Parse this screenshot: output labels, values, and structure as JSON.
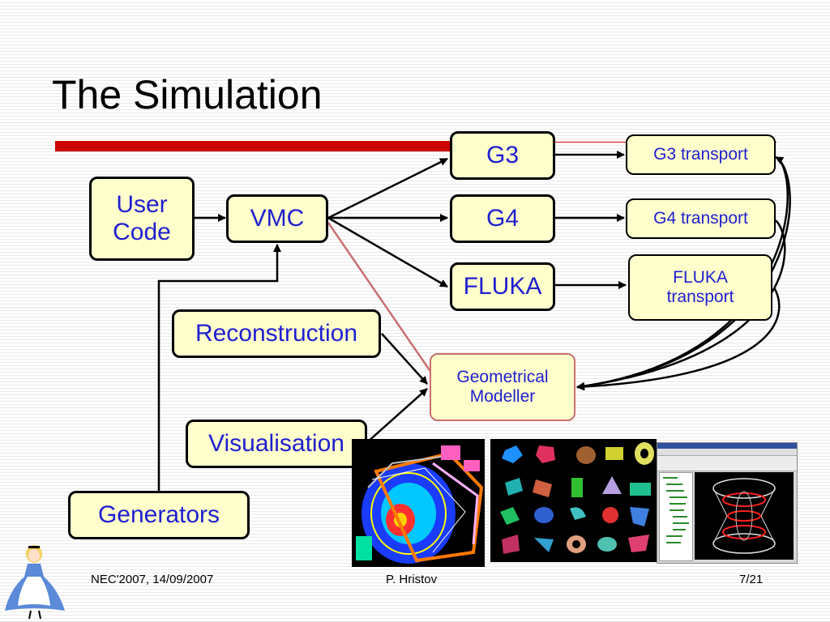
{
  "slide": {
    "title": "The Simulation"
  },
  "boxes": {
    "user_code": "User Code",
    "vmc": "VMC",
    "g3": "G3",
    "g4": "G4",
    "fluka": "FLUKA",
    "g3_transport": "G3 transport",
    "g4_transport": "G4 transport",
    "fluka_transport": "FLUKA transport",
    "reconstruction": "Reconstruction",
    "visualisation": "Visualisation",
    "generators": "Generators",
    "geometrical_modeller": "Geometrical Modeller"
  },
  "footer": {
    "left": "NEC'2007, 14/09/2007",
    "center": "P. Hristov",
    "right": "7/21"
  },
  "colors": {
    "box_fill": "#ffffcc",
    "box_text": "#1f1fd0",
    "accent_red": "#cc0000"
  }
}
